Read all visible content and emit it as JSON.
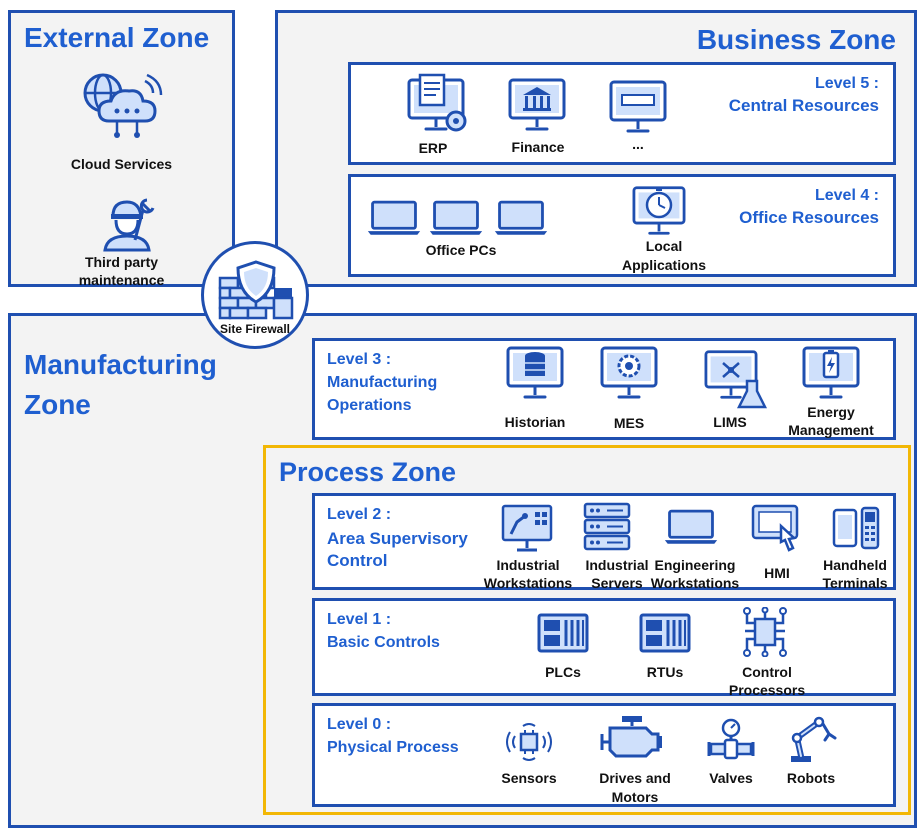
{
  "zones": {
    "external": "External Zone",
    "business": "Business Zone",
    "manufacturing": [
      "Manufacturing",
      "Zone"
    ],
    "process": "Process Zone"
  },
  "external_items": {
    "cloud": "Cloud Services",
    "third_party": [
      "Third party",
      "maintenance"
    ]
  },
  "firewall": "Site Firewall",
  "level5": {
    "title": [
      "Level 5 :",
      "Central Resources"
    ],
    "items": [
      "ERP",
      "Finance",
      "..."
    ]
  },
  "level4": {
    "title": [
      "Level 4 :",
      "Office Resources"
    ],
    "office_pcs": "Office PCs",
    "local_apps": [
      "Local",
      "Applications"
    ]
  },
  "level3": {
    "title": [
      "Level 3 :",
      "Manufacturing",
      "Operations"
    ],
    "items": [
      "Historian",
      "MES",
      "LIMS"
    ],
    "energy": [
      "Energy",
      "Management"
    ]
  },
  "level2": {
    "title": [
      "Level 2 :",
      "Area Supervisory",
      "Control"
    ],
    "industrial_workstations": [
      "Industrial",
      "Workstations"
    ],
    "industrial_servers": [
      "Industrial",
      "Servers"
    ],
    "engineering_workstations": [
      "Engineering",
      "Workstations"
    ],
    "hmi": "HMI",
    "handheld": [
      "Handheld",
      "Terminals"
    ]
  },
  "level1": {
    "title": [
      "Level 1 :",
      "Basic Controls"
    ],
    "plcs": "PLCs",
    "rtus": "RTUs",
    "control_processors": [
      "Control",
      "Processors"
    ]
  },
  "level0": {
    "title": [
      "Level 0 :",
      "Physical Process"
    ],
    "sensors": "Sensors",
    "drives": [
      "Drives and",
      "Motors"
    ],
    "valves": "Valves",
    "robots": "Robots"
  },
  "colors": {
    "zone_border": "#1f4fb0",
    "title_blue": "#1f5fd0",
    "process_border": "#f2b705",
    "zone_fill": "#f3f3f3"
  }
}
